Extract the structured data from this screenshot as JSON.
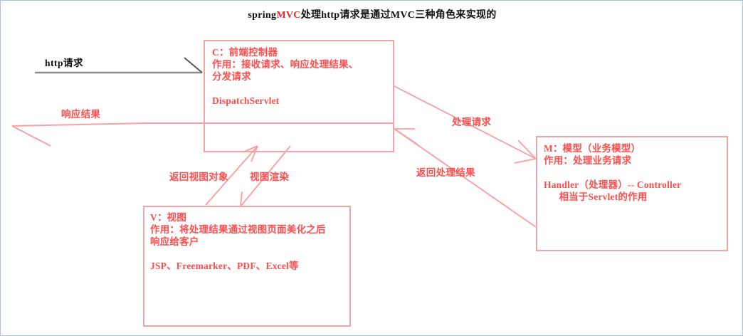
{
  "title": {
    "prefix": "spring",
    "accent": "MVC",
    "suffix": "处理http请求是通过MVC三种角色来实现的",
    "full": "springMVC处理http请求是通过MVC三种角色来实现的"
  },
  "nodes": {
    "controller": {
      "id": "C",
      "text": "C：前端控制器\n作用：接收请求、响应处理结果、\n分发请求\n\nDispatchServlet"
    },
    "view": {
      "id": "V",
      "text": "V：视图\n作用：将处理结果通过视图页面美化之后\n响应给客户\n\nJSP、Freemarker、PDF、Excel等"
    },
    "model": {
      "id": "M",
      "text": "M：模型（业务模型）\n作用：处理业务请求\n\nHandler（处理器）-- Controller\n      相当于Servlet的作用"
    }
  },
  "edges": {
    "http_request": "http请求",
    "response_result": "响应结果",
    "return_view_object": "返回视图对象",
    "view_render": "视图渲染",
    "handle_request": "处理请求",
    "return_handle_result": "返回处理结果"
  },
  "colors": {
    "diagram_red": "#ff4d4d",
    "box_border": "#f4a3a8",
    "title_accent": "#e8262b",
    "arrow_gray": "#8c8c8c",
    "page_border": "#a8c4dd"
  }
}
